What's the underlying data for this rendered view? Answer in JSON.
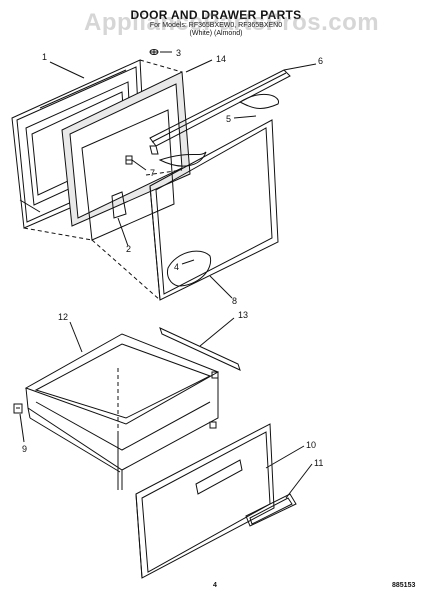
{
  "header": {
    "title": "DOOR AND DRAWER PARTS",
    "subtitle_models": "For Models: RF365BXEW0, RF365BXEN0",
    "subtitle_colors": "(White)     (Almond)"
  },
  "watermark": "AppliancePartsPros.com",
  "callouts": [
    {
      "id": "1",
      "label": "1"
    },
    {
      "id": "2",
      "label": "2"
    },
    {
      "id": "3",
      "label": "3"
    },
    {
      "id": "4",
      "label": "4"
    },
    {
      "id": "5",
      "label": "5"
    },
    {
      "id": "6",
      "label": "6"
    },
    {
      "id": "7",
      "label": "7"
    },
    {
      "id": "8",
      "label": "8"
    },
    {
      "id": "9",
      "label": "9"
    },
    {
      "id": "10",
      "label": "10"
    },
    {
      "id": "11",
      "label": "11"
    },
    {
      "id": "12",
      "label": "12"
    },
    {
      "id": "13",
      "label": "13"
    },
    {
      "id": "14",
      "label": "14"
    }
  ],
  "footer": {
    "page_number": "4",
    "diagram_id": "885153"
  }
}
